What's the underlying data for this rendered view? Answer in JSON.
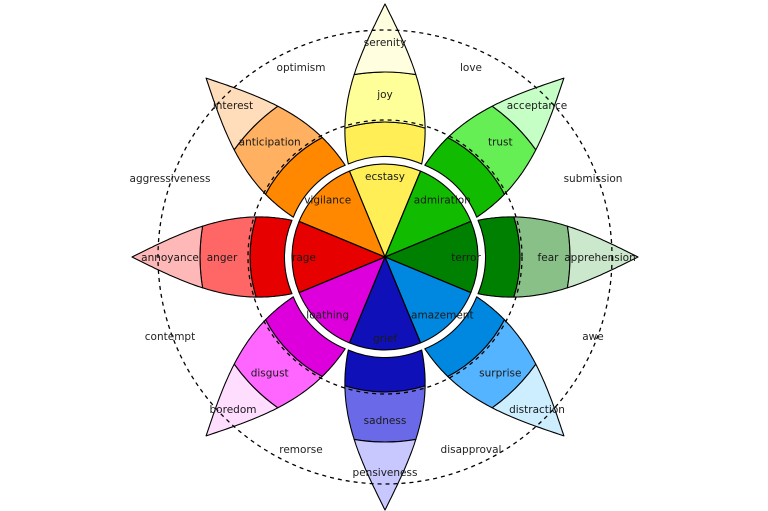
{
  "petals": [
    {
      "colors": [
        "#ffffe0",
        "#ffff99",
        "#ffee55"
      ],
      "emotions": [
        "serenity",
        "joy",
        "ecstasy"
      ]
    },
    {
      "colors": [
        "#c6ffc6",
        "#66ee55",
        "#11bb00"
      ],
      "emotions": [
        "acceptance",
        "trust",
        "admiration"
      ]
    },
    {
      "colors": [
        "#cce8cc",
        "#88c088",
        "#008000"
      ],
      "emotions": [
        "apprehension",
        "fear",
        "terror"
      ]
    },
    {
      "colors": [
        "#cceeff",
        "#55b4ff",
        "#0088e0"
      ],
      "emotions": [
        "distraction",
        "surprise",
        "amazement"
      ]
    },
    {
      "colors": [
        "#c8c8ff",
        "#6a6ae8",
        "#1010b8"
      ],
      "emotions": [
        "pensiveness",
        "sadness",
        "grief"
      ]
    },
    {
      "colors": [
        "#ffddff",
        "#ff66ff",
        "#dd00dd"
      ],
      "emotions": [
        "boredom",
        "disgust",
        "loathing"
      ]
    },
    {
      "colors": [
        "#ffb8b8",
        "#ff6666",
        "#e60000"
      ],
      "emotions": [
        "annoyance",
        "anger",
        "rage"
      ]
    },
    {
      "colors": [
        "#ffddbb",
        "#ffb060",
        "#ff8800"
      ],
      "emotions": [
        "interest",
        "anticipation",
        "vigilance"
      ]
    }
  ],
  "dyads": [
    "love",
    "submission",
    "awe",
    "disapproval",
    "remorse",
    "contempt",
    "aggressiveness",
    "optimism"
  ]
}
